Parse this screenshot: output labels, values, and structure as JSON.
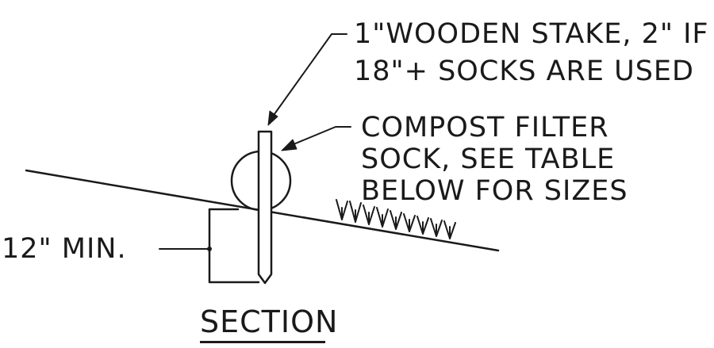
{
  "callouts": {
    "stake_line1": "1\"WOODEN STAKE, 2\" IF",
    "stake_line2": "18\"+ SOCKS ARE USED",
    "sock_line1": "COMPOST FILTER",
    "sock_line2": "SOCK, SEE TABLE",
    "sock_line3": "BELOW FOR SIZES",
    "depth": "12\" MIN."
  },
  "caption": "SECTION",
  "colors": {
    "ink": "#1a1a1a",
    "background": "#ffffff"
  },
  "icons": [
    "grass-tufts-icon",
    "arrowhead-icon"
  ]
}
